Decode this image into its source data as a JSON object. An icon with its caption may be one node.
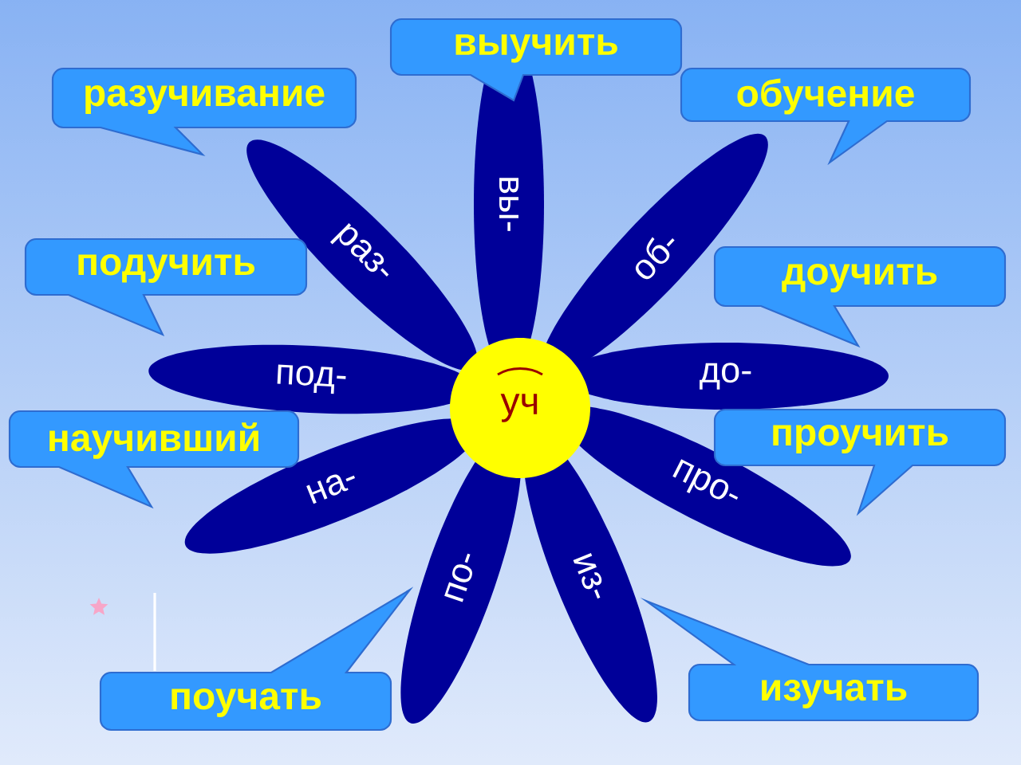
{
  "diagram": {
    "nodes": [
      {
        "text": [
          "уч"
        ]
      },
      {
        "text": [
          "вы-"
        ]
      },
      {
        "text": [
          "об-"
        ]
      },
      {
        "text": [
          "до-"
        ]
      },
      {
        "text": [
          "про-"
        ]
      },
      {
        "text": [
          "из-"
        ]
      },
      {
        "text": [
          "по-"
        ]
      },
      {
        "text": [
          "на-"
        ]
      },
      {
        "text": [
          "под-"
        ]
      },
      {
        "text": [
          "раз-"
        ]
      },
      {
        "text": [
          "выучить"
        ]
      },
      {
        "text": [
          "обучение"
        ]
      },
      {
        "text": [
          "доучить"
        ]
      },
      {
        "text": [
          "проучить"
        ]
      },
      {
        "text": [
          "изучать"
        ]
      },
      {
        "text": [
          "поучать"
        ]
      },
      {
        "text": [
          "научивший"
        ]
      },
      {
        "text": [
          "подучить"
        ]
      },
      {
        "text": [
          "разучивание"
        ]
      }
    ]
  }
}
